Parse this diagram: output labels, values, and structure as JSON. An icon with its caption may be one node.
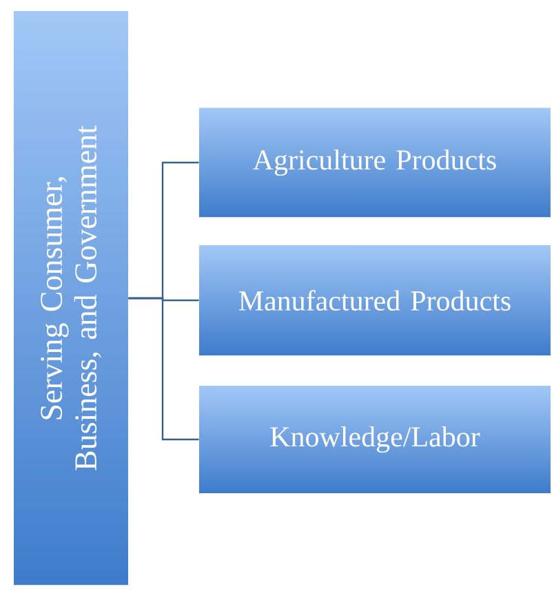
{
  "diagram": {
    "nodes": [
      {
        "text": [
          "Serving Consumer, Business, and Government"
        ]
      },
      {
        "text": [
          "Agriculture Products"
        ]
      },
      {
        "text": [
          "Manufactured Products"
        ]
      },
      {
        "text": [
          "Knowledge/Labor"
        ]
      }
    ],
    "edges": [
      {
        "from": 0,
        "to": 1,
        "arrow": "none"
      },
      {
        "from": 0,
        "to": 2,
        "arrow": "none"
      },
      {
        "from": 0,
        "to": 3,
        "arrow": "none"
      }
    ]
  }
}
